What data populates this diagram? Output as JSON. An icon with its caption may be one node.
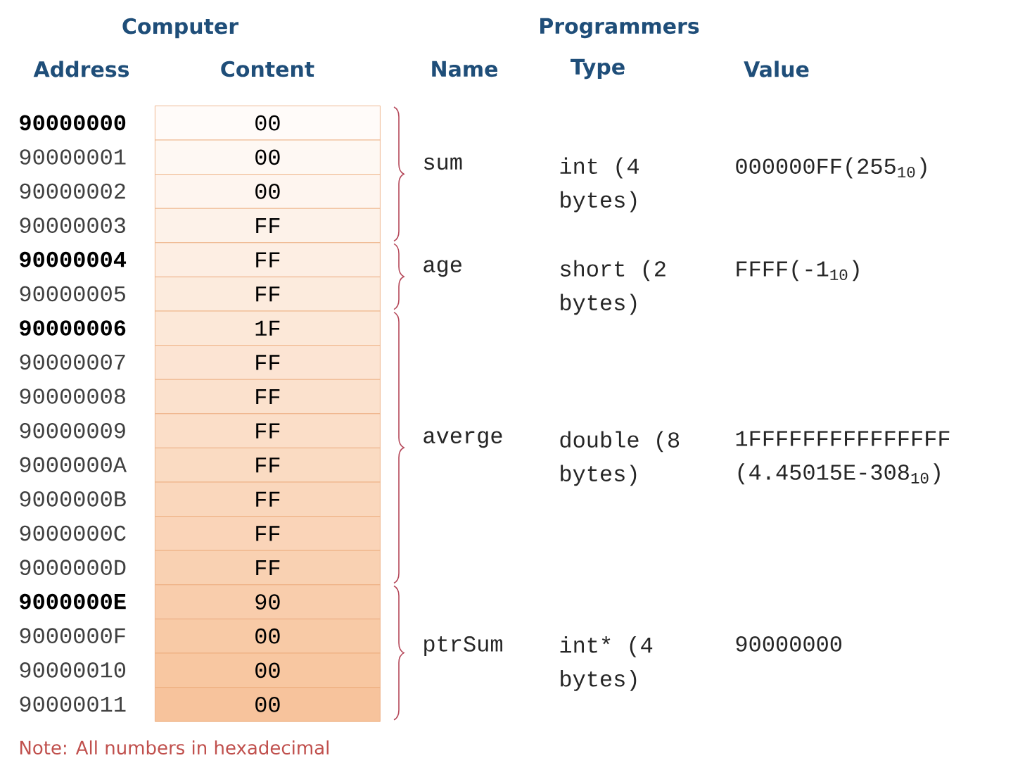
{
  "diagram": {
    "nodes": [
      {
        "text": [
          "00"
        ],
        "beside": [
          "90000000"
        ]
      },
      {
        "text": [
          "00"
        ],
        "beside": [
          "90000001"
        ]
      },
      {
        "text": [
          "00"
        ],
        "beside": [
          "90000002"
        ]
      },
      {
        "text": [
          "FF"
        ],
        "beside": [
          "90000003"
        ]
      },
      {
        "text": [
          "FF"
        ],
        "beside": [
          "90000004"
        ]
      },
      {
        "text": [
          "FF"
        ],
        "beside": [
          "90000005"
        ]
      },
      {
        "text": [
          "1F"
        ],
        "beside": [
          "90000006"
        ]
      },
      {
        "text": [
          "FF"
        ],
        "beside": [
          "90000007"
        ]
      },
      {
        "text": [
          "FF"
        ],
        "beside": [
          "90000008"
        ]
      },
      {
        "text": [
          "FF"
        ],
        "beside": [
          "90000009"
        ]
      },
      {
        "text": [
          "FF"
        ],
        "beside": [
          "9000000A"
        ]
      },
      {
        "text": [
          "FF"
        ],
        "beside": [
          "9000000B"
        ]
      },
      {
        "text": [
          "FF"
        ],
        "beside": [
          "9000000C"
        ]
      },
      {
        "text": [
          "FF"
        ],
        "beside": [
          "9000000D"
        ]
      },
      {
        "text": [
          "90"
        ],
        "beside": [
          "9000000E"
        ]
      },
      {
        "text": [
          "00"
        ],
        "beside": [
          "9000000F"
        ]
      },
      {
        "text": [
          "00"
        ],
        "beside": [
          "90000010"
        ]
      },
      {
        "text": [
          "00"
        ],
        "beside": [
          "90000011"
        ]
      }
    ],
    "labels": [
      "Computer",
      "Programmers",
      "Address",
      "Content",
      "Name",
      "Type",
      "Value",
      "sum",
      "int (4 bytes)",
      "000000FF(255$_{10}$)",
      "age",
      "short (2 bytes)",
      "FFFF(-1$_{10}$)",
      "averge",
      "double (8 bytes)",
      "1FFFFFFFFFFFFFFF (4.45015E-308$_{10}$)",
      "ptrSum",
      "int* (4 bytes)",
      "90000000",
      "Note: All numbers in hexadecimal"
    ]
  }
}
